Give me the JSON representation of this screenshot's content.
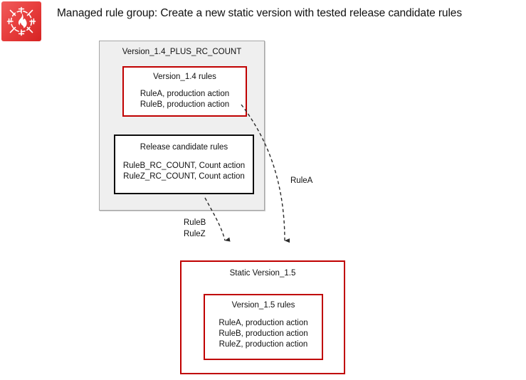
{
  "icon": {
    "name": "aws-waf-icon",
    "background_start": "#f05b5b",
    "background_end": "#d62322"
  },
  "title": "Managed rule group: Create a new static version with tested release candidate rules",
  "colors": {
    "red_border": "#c00000",
    "black_border": "#0d0d0d",
    "grey_fill": "#efefef",
    "grey_border": "#a6a6a6",
    "text": "#111111"
  },
  "groups": {
    "outer": {
      "title": "Version_1.4_PLUS_RC_COUNT"
    },
    "version_1_4": {
      "title": "Version_1.4 rules",
      "rules": [
        "RuleA, production action",
        "RuleB, production action"
      ]
    },
    "release_candidate": {
      "title": "Release candidate rules",
      "rules": [
        "RuleB_RC_COUNT, Count action",
        "RuleZ_RC_COUNT, Count action"
      ]
    },
    "static_version": {
      "title": "Static Version_1.5"
    },
    "version_1_5": {
      "title": "Version_1.5 rules",
      "rules": [
        "RuleA, production action",
        "RuleB, production action",
        "RuleZ, production action"
      ]
    }
  },
  "edges": [
    {
      "name": "edge-rulea",
      "label": "RuleA",
      "from": "version_1_4",
      "to": "static_version",
      "style": "dashed-curved-arrow"
    },
    {
      "name": "edge-rulebz",
      "label_line1": "RuleB",
      "label_line2": "RuleZ",
      "from": "release_candidate",
      "to": "static_version",
      "style": "dashed-curved-arrow"
    }
  ]
}
